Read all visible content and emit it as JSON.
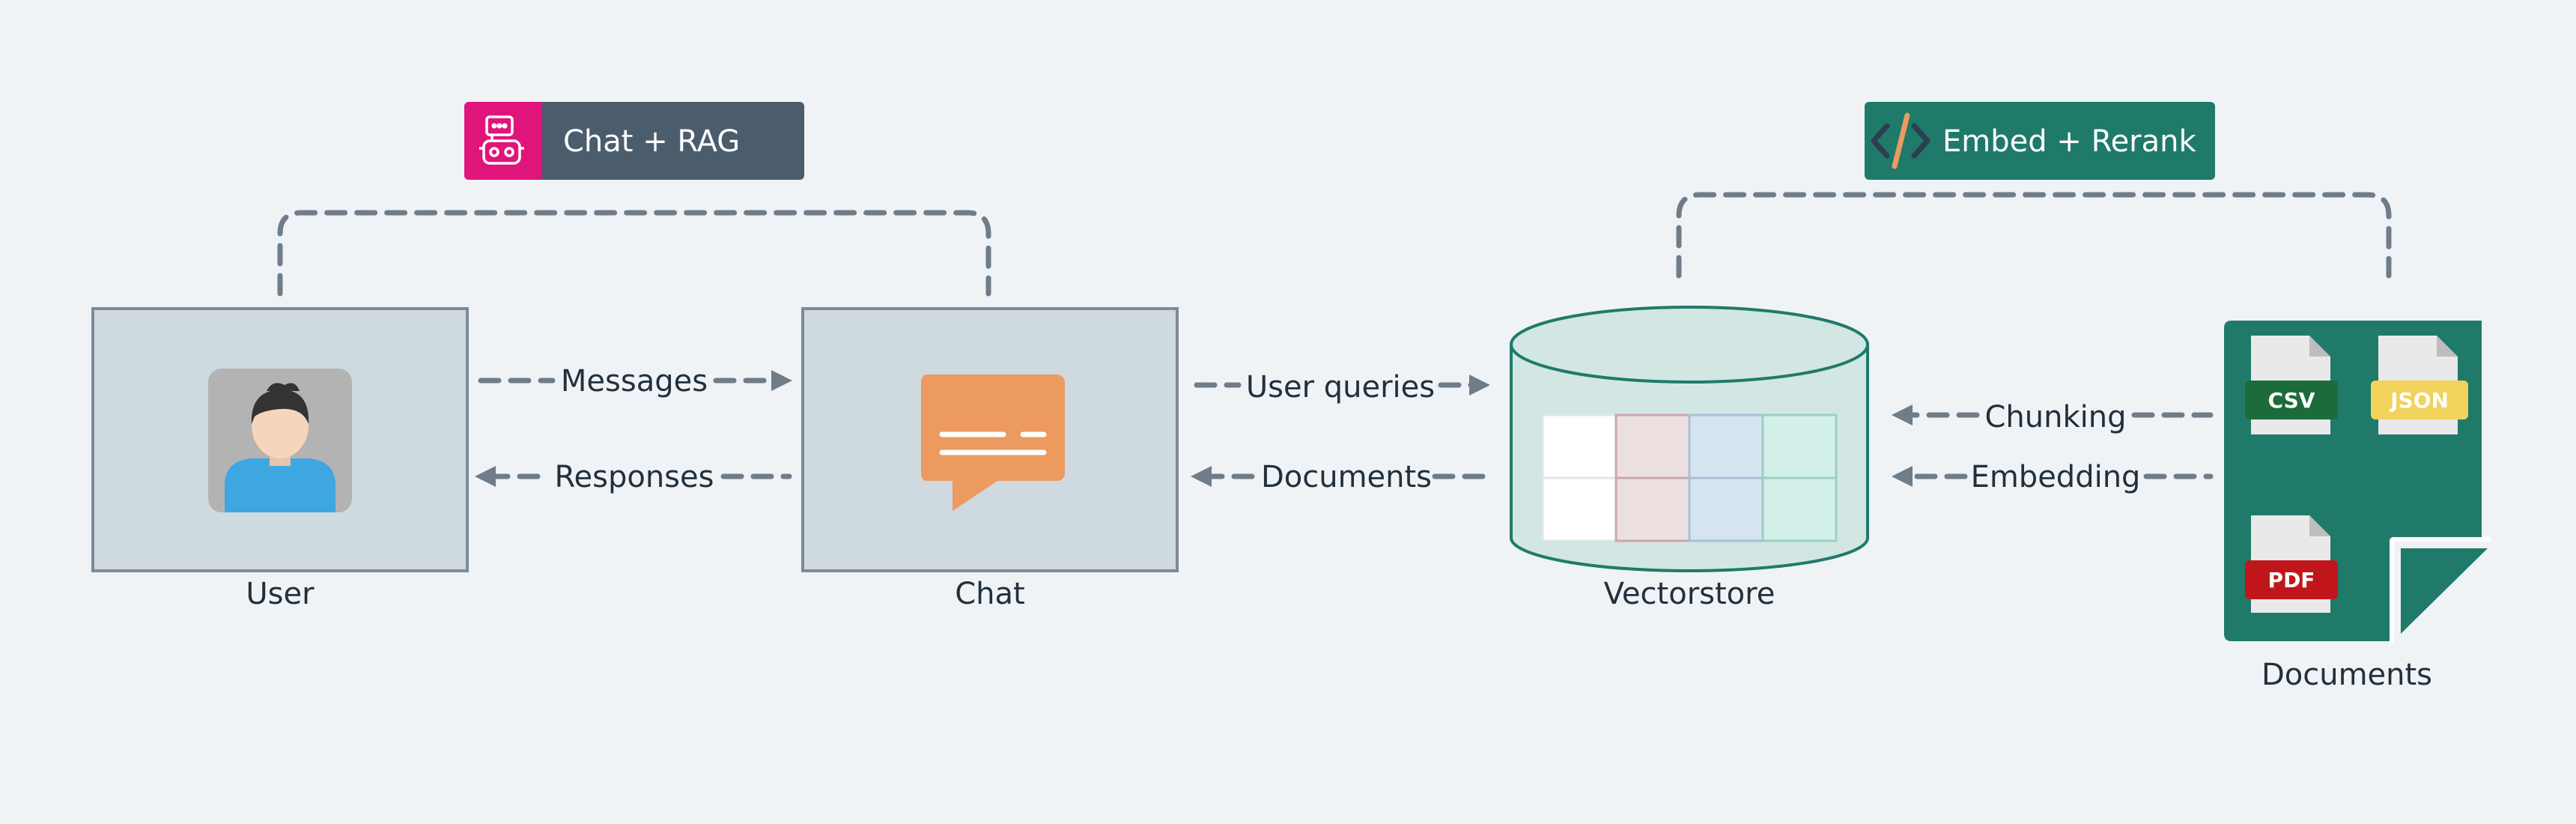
{
  "nodes": {
    "user": "User",
    "chat": "Chat",
    "vectorstore": "Vectorstore",
    "documents": "Documents"
  },
  "badges": {
    "chat_rag": "Chat + RAG",
    "embed_rerank": "Embed + Rerank"
  },
  "edges": {
    "messages": "Messages",
    "responses": "Responses",
    "user_queries": "User queries",
    "documents": "Documents",
    "chunking": "Chunking",
    "embedding": "Embedding"
  },
  "file_types": {
    "csv": "CSV",
    "json": "JSON",
    "pdf": "PDF"
  },
  "icons": {
    "chat_rag": "robot-icon",
    "embed_rerank": "code-icon",
    "user": "user-avatar-icon",
    "chat": "chat-bubble-icon"
  },
  "colors": {
    "background": "#eff3f6",
    "chat_rag_badge": "#4b5c6c",
    "chat_rag_icon_bg": "#e0157b",
    "embed_badge": "#1f7a6a",
    "documents_panel": "#1f7a6a",
    "chat_bubble": "#ec9a60",
    "user_shirt": "#3ea6e0",
    "csv_tag": "#1c6b3b",
    "json_tag": "#f1d25a",
    "pdf_tag": "#c0161b"
  }
}
